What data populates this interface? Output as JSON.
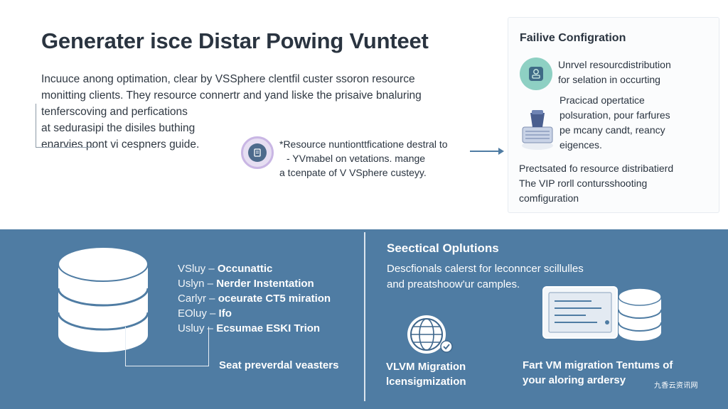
{
  "header": {
    "title": "Generater isce Distar Powing Vunteet"
  },
  "intro": {
    "lines": [
      "Incuuce anong optimation, clear by VSSphere clentfil custer ssoron resource",
      "monitting clients. They resource connertr and yand liske the prisaive bnaluring",
      "tenferscoving and perfications",
      "at sedurasipi the disiles buthing",
      "enarvies pont vi cespners guide."
    ]
  },
  "center": {
    "icon": "document-search-icon",
    "lines": [
      "*Resource nuntionttficatione destral to",
      "- YVmabel on vetations. mange",
      "a tcenpate of V VSphere custeyy."
    ]
  },
  "card": {
    "title": "Failive Configration",
    "item1_lines": [
      "Unrvel resourcdistribution",
      "for selation in occurting"
    ],
    "item2_lines": [
      "Pracicad opertatice",
      "polsuration, pour farfures",
      "pe mcany candt, reancy",
      "eigences."
    ],
    "item3_lines": [
      "Prectsated fo resource distribatierd",
      "The VIP rorll contursshooting",
      "comfiguration"
    ],
    "icon1": "document-icon",
    "icon2": "server-stack-icon"
  },
  "bottom_left": {
    "rows": [
      {
        "key": "VSluy –",
        "value": "Occunattic"
      },
      {
        "key": "Uslyn –",
        "value": "Nerder Instentation"
      },
      {
        "key": "Carlyr –",
        "value": "oceurate CT5 miration"
      },
      {
        "key": "EOluy –",
        "value": "Ifo"
      },
      {
        "key": "Usluy –",
        "value": "Ecsumae ESKI Trion"
      }
    ],
    "seat": "Seat preverdal veasters",
    "icon": "database-icon"
  },
  "bottom_right": {
    "title": "Seectical Oplutions",
    "desc_lines": [
      "Descfionals calerst for leconncer scillulles",
      "and preatshoow'ur camples."
    ],
    "vm_label_lines": [
      "VLVM Migration",
      "lcensigmization"
    ],
    "mig_lines": [
      "Fart VM migration Tentums of",
      "your aloring ardersy"
    ],
    "globe_icon": "globe-check-icon",
    "monitor_icon": "monitor-icon",
    "db_icon": "database-icon"
  },
  "watermark": "九香云资讯网",
  "colors": {
    "bottom_bg": "#4f7ca3",
    "accent_teal": "#8ed0c3",
    "accent_purple": "#c9b6e4"
  }
}
